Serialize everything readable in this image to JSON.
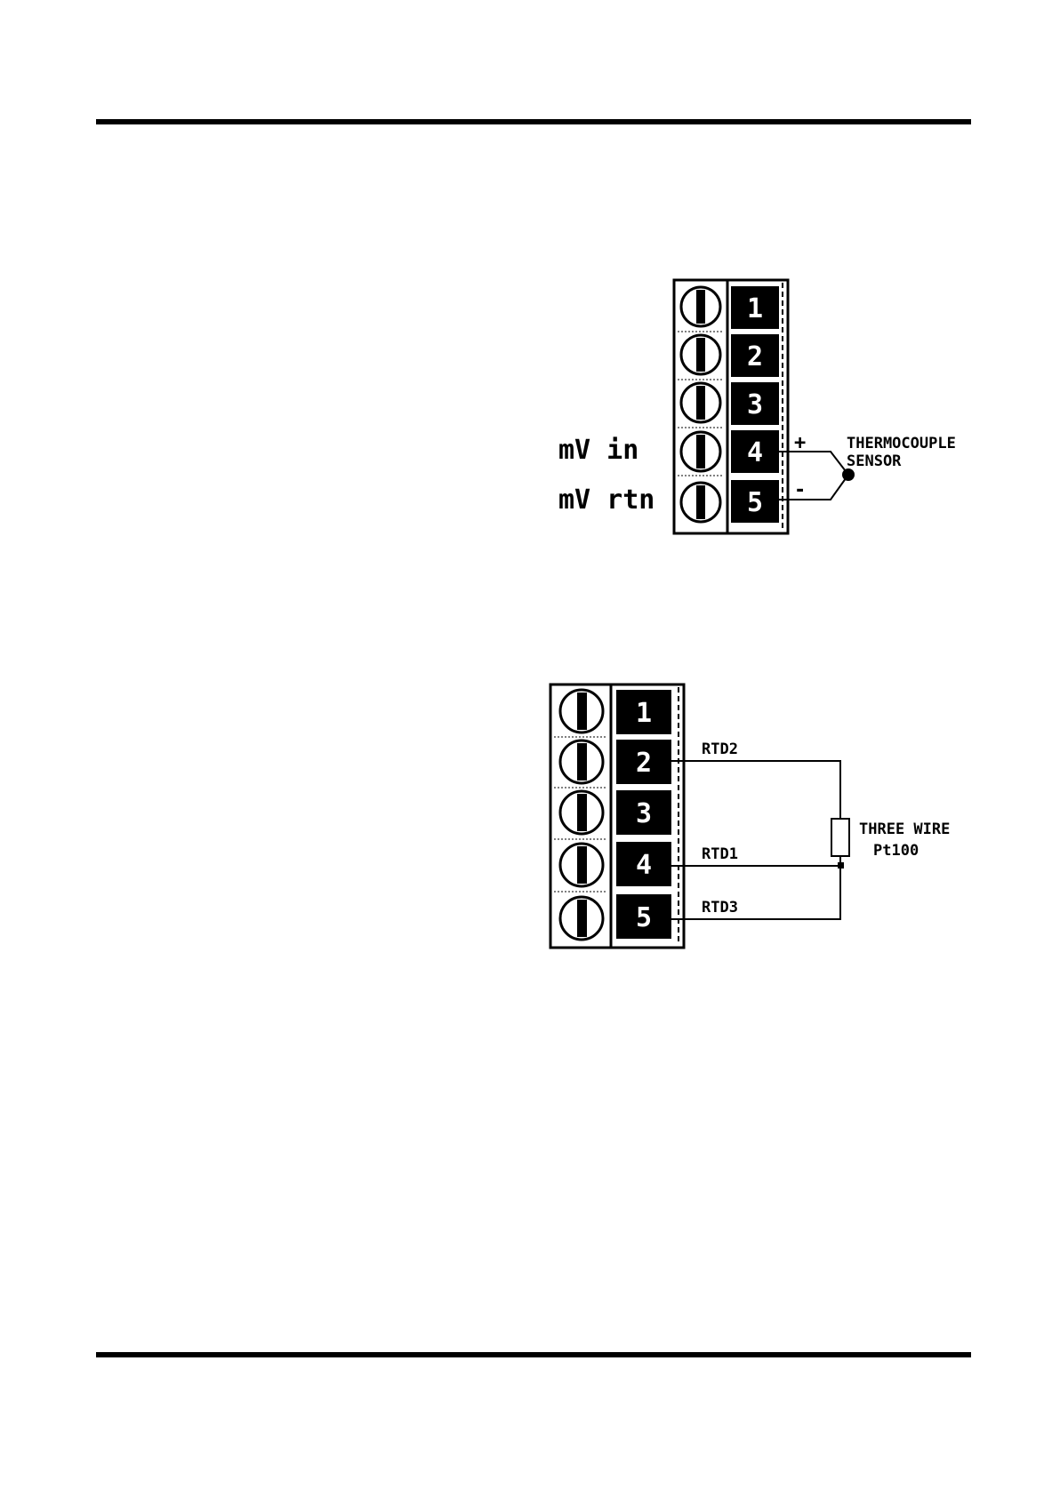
{
  "thermocouple_diagram": {
    "terminals": [
      "1",
      "2",
      "3",
      "4",
      "5"
    ],
    "label_in": "mV in",
    "label_rtn": "mV rtn",
    "plus_sign": "+",
    "minus_sign": "-",
    "sensor_line1": "THERMOCOUPLE",
    "sensor_line2": "SENSOR"
  },
  "rtd_diagram": {
    "terminals": [
      "1",
      "2",
      "3",
      "4",
      "5"
    ],
    "wire_rtd2": "RTD2",
    "wire_rtd1": "RTD1",
    "wire_rtd3": "RTD3",
    "sensor_line1": "THREE WIRE",
    "sensor_line2": "Pt100"
  }
}
